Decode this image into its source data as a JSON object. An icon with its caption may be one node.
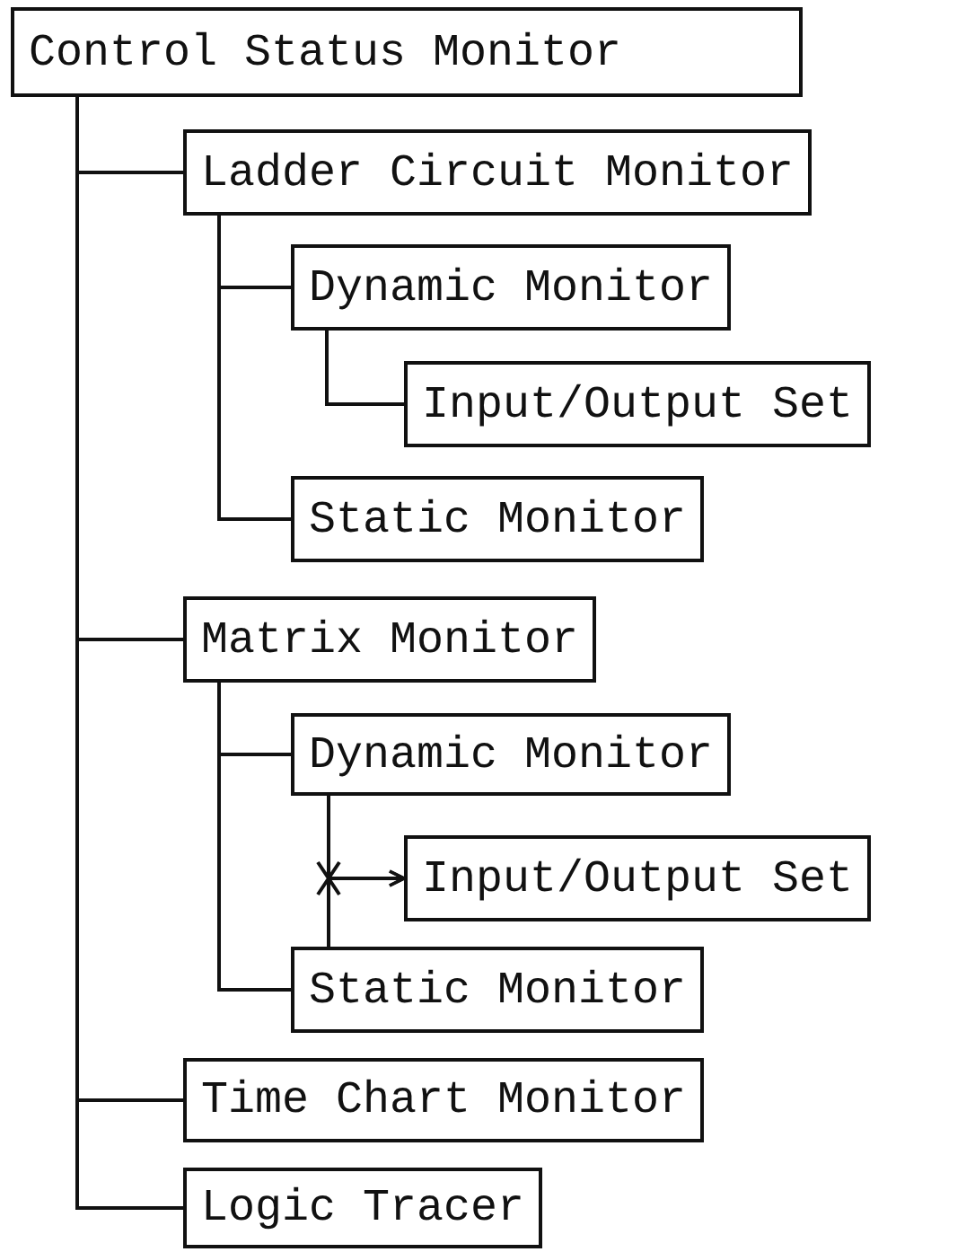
{
  "diagram": {
    "nodes": [
      {
        "text": [
          "Control Status Monitor"
        ]
      },
      {
        "text": [
          "Ladder Circuit Monitor"
        ]
      },
      {
        "text": [
          "Dynamic Monitor"
        ]
      },
      {
        "text": [
          "Input/Output Set"
        ]
      },
      {
        "text": [
          "Static Monitor"
        ]
      },
      {
        "text": [
          "Matrix Monitor"
        ]
      },
      {
        "text": [
          "Dynamic Monitor"
        ]
      },
      {
        "text": [
          "Input/Output Set"
        ]
      },
      {
        "text": [
          "Static Monitor"
        ]
      },
      {
        "text": [
          "Time Chart Monitor"
        ]
      },
      {
        "text": [
          "Logic Tracer"
        ]
      }
    ],
    "edges": [
      {
        "from": 0,
        "to": 1,
        "arrow": "none"
      },
      {
        "from": 1,
        "to": 2,
        "arrow": "none"
      },
      {
        "from": 2,
        "to": 3,
        "arrow": "none"
      },
      {
        "from": 1,
        "to": 4,
        "arrow": "none"
      },
      {
        "from": 0,
        "to": 5,
        "arrow": "none"
      },
      {
        "from": 5,
        "to": 6,
        "arrow": "none"
      },
      {
        "from": 6,
        "to": 7,
        "arrow": "to"
      },
      {
        "from": 8,
        "to": 7,
        "arrow": "to"
      },
      {
        "from": 5,
        "to": 8,
        "arrow": "none"
      },
      {
        "from": 0,
        "to": 9,
        "arrow": "none"
      },
      {
        "from": 0,
        "to": 10,
        "arrow": "none"
      }
    ]
  }
}
